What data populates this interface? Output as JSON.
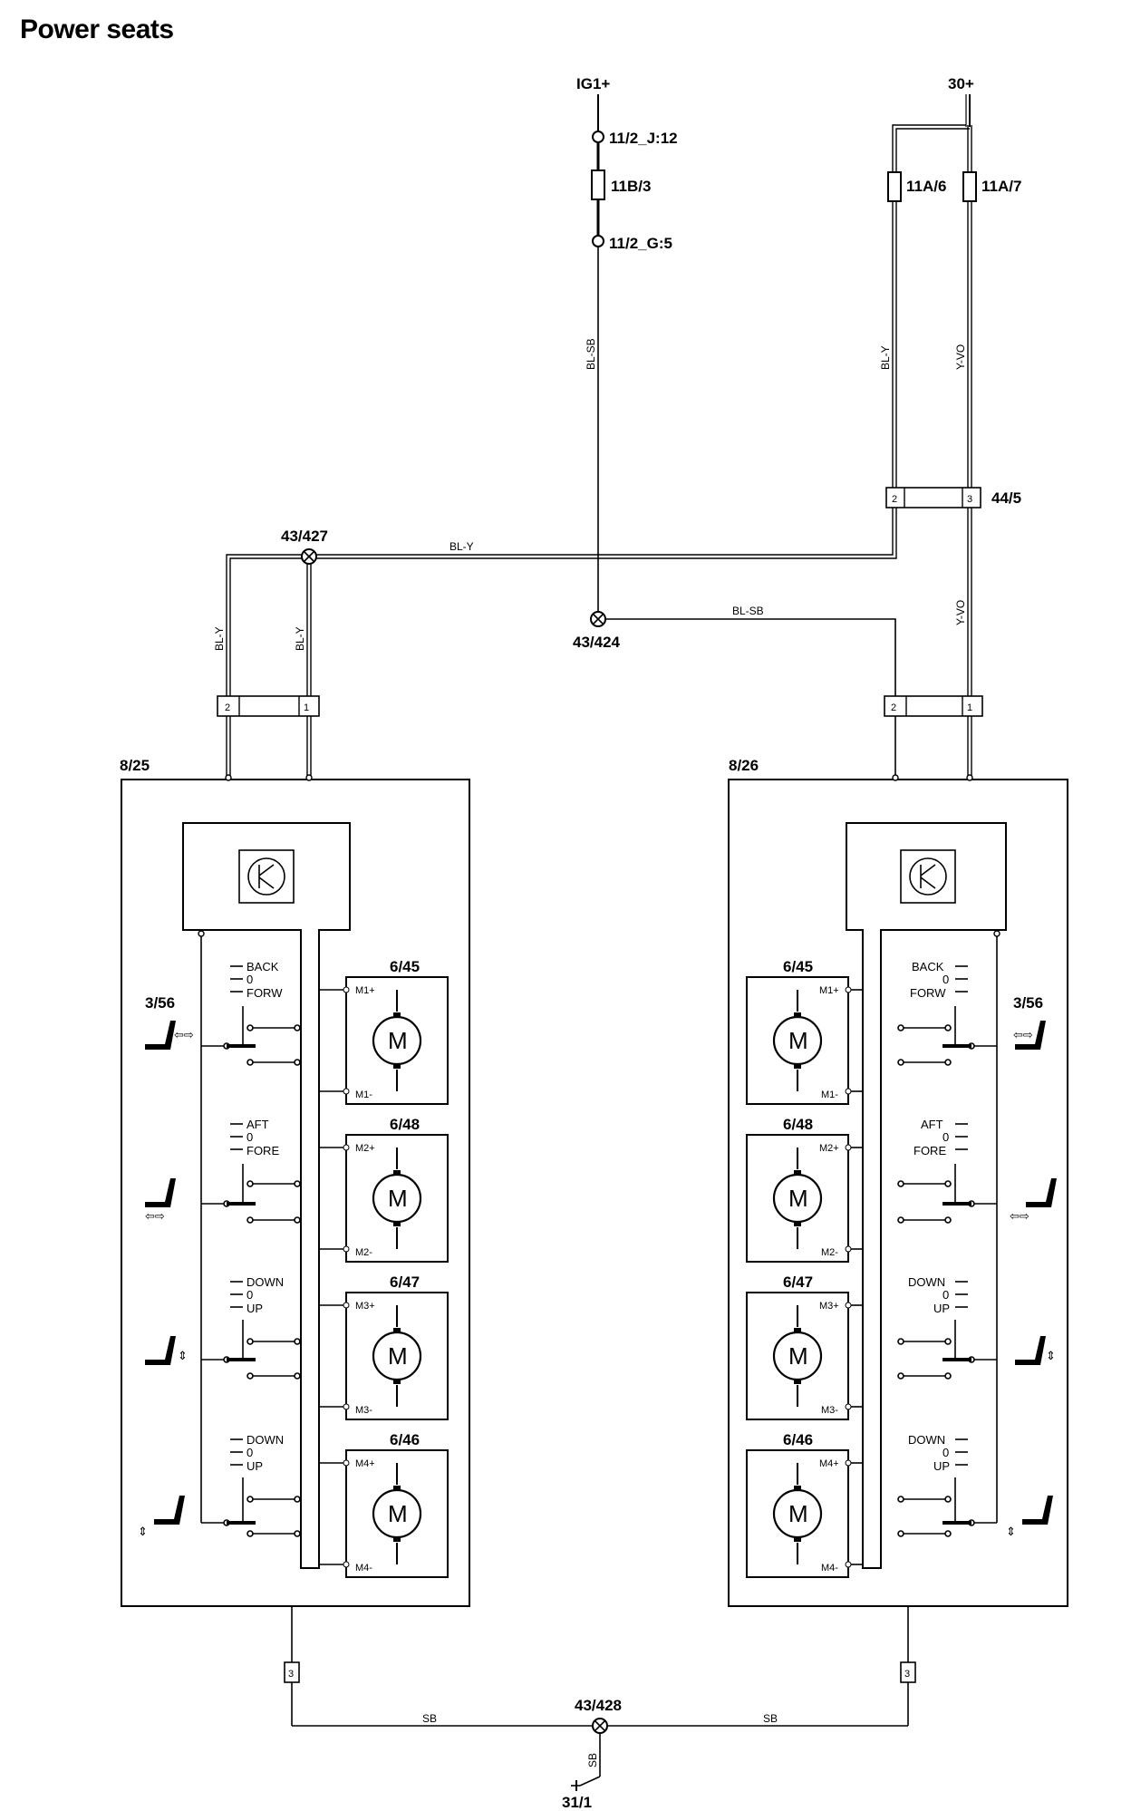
{
  "title": "Power seats",
  "supplies": {
    "ig1": "IG1+",
    "b30": "30+"
  },
  "fuses": {
    "f11b3": "11B/3",
    "f11a6": "11A/6",
    "f11a7": "11A/7"
  },
  "terminals": {
    "j12": "11/2_J:12",
    "g5": "11/2_G:5"
  },
  "splices": {
    "s427": "43/427",
    "s424": "43/424",
    "s428": "43/428"
  },
  "connectors": {
    "c445": "44/5",
    "pins": {
      "p1": "1",
      "p2": "2",
      "p3": "3"
    }
  },
  "wires": {
    "bl_sb": "BL-SB",
    "bl_y": "BL-Y",
    "y_vo": "Y-VO",
    "sb": "SB"
  },
  "modules": {
    "left": "8/25",
    "right": "8/26"
  },
  "switch_ref": "3/56",
  "switch_positions": {
    "back": "BACK",
    "zero": "0",
    "forw": "FORW",
    "aft": "AFT",
    "fore": "FORE",
    "down": "DOWN",
    "up": "UP"
  },
  "motors": {
    "m1": {
      "ref": "6/45",
      "plus": "M1+",
      "minus": "M1-"
    },
    "m2": {
      "ref": "6/48",
      "plus": "M2+",
      "minus": "M2-"
    },
    "m3": {
      "ref": "6/47",
      "plus": "M3+",
      "minus": "M3-"
    },
    "m4": {
      "ref": "6/46",
      "plus": "M4+",
      "minus": "M4-"
    },
    "symbol": "M"
  },
  "ground": "31/1"
}
